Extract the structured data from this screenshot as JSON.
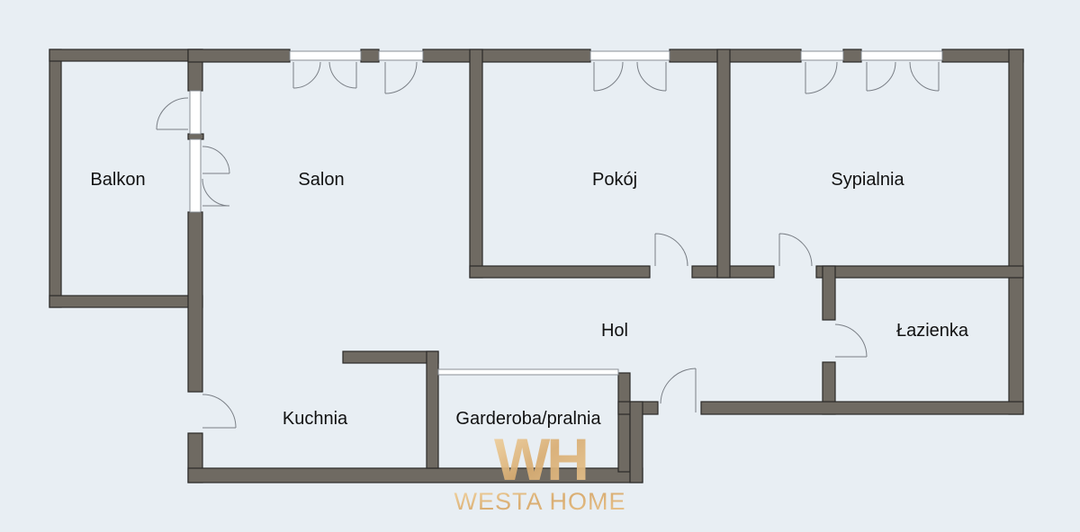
{
  "rooms": {
    "balkon": "Balkon",
    "salon": "Salon",
    "pokoj": "Pokój",
    "sypialnia": "Sypialnia",
    "hol": "Hol",
    "lazienka": "Łazienka",
    "kuchnia": "Kuchnia",
    "garderoba": "Garderoba/pralnia"
  },
  "brand": {
    "monogram": "WH",
    "name": "WESTA HOME"
  },
  "colors": {
    "background": "#e8eef3",
    "wall": "#6f6a62",
    "brand_gold": "#d9b07a"
  }
}
